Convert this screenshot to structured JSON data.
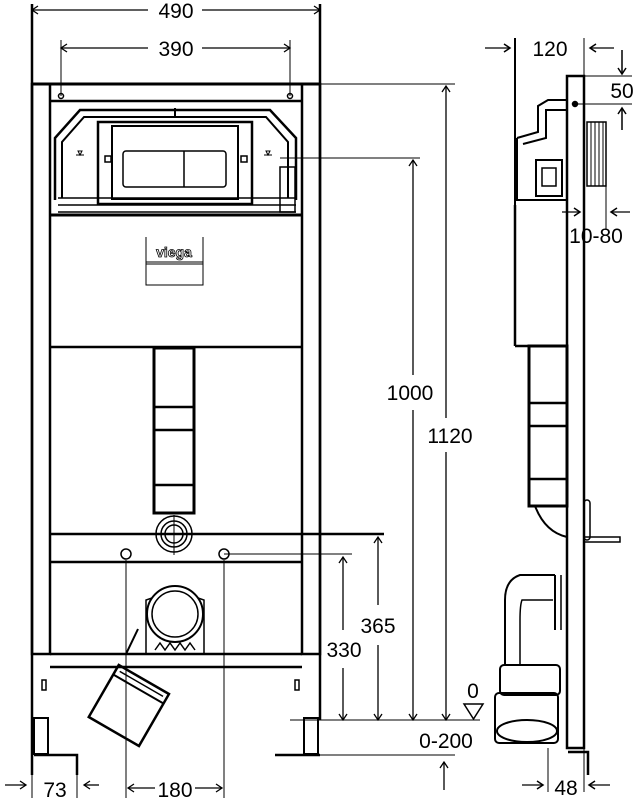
{
  "diagram": {
    "type": "technical-drawing",
    "subject": "wall-hung WC installation frame",
    "brand_label": "viega",
    "colors": {
      "line": "#000000",
      "background": "#ffffff"
    },
    "front_view": {
      "dimensions": {
        "overall_width": "490",
        "fixing_hole_spacing": "390",
        "foot_width": "73",
        "wc_bolt_spacing": "180",
        "flush_plate_height": "1000",
        "frame_height": "1120",
        "wc_bolt_height": "330",
        "waste_pipe_height": "365",
        "leg_adjustment": "0-200",
        "floor_level": "0"
      }
    },
    "side_view": {
      "dimensions": {
        "depth": "120",
        "top_offset": "50",
        "wall_thickness_range": "10-80",
        "frame_depth": "48"
      }
    }
  }
}
